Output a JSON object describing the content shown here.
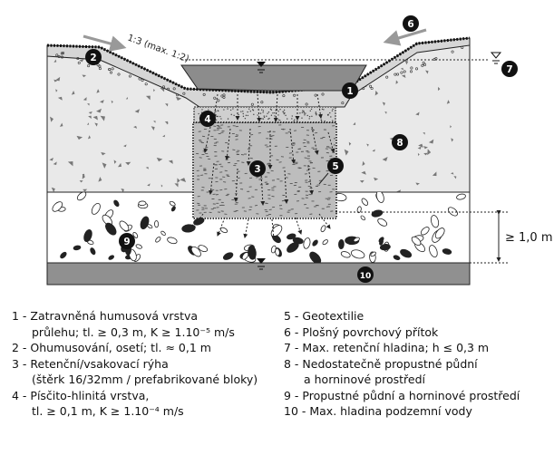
{
  "slope_label": "1:3 (max. 1:2)",
  "depth_label": "≥ 1,0 m",
  "markers": [
    "1",
    "2",
    "3",
    "4",
    "5",
    "6",
    "7",
    "8",
    "9",
    "10"
  ],
  "legend": {
    "left": [
      {
        "main": "1 - Zatravněná humusová vrstva",
        "cont": "průlehu; tl. ≥ 0,3 m, K ≥ 1.10⁻⁵ m/s"
      },
      {
        "main": "2 - Ohumusování, osetí; tl. ≈ 0,1 m",
        "cont": ""
      },
      {
        "main": "3 - Retenční/vsakovací rýha",
        "cont": "(štěrk 16/32mm / prefabrikované bloky)"
      },
      {
        "main": "4 - Písčito-hlinitá vrstva,",
        "cont": "tl. ≥ 0,1 m, K ≥ 1.10⁻⁴ m/s"
      }
    ],
    "right": [
      {
        "main": "5 - Geotextilie",
        "cont": ""
      },
      {
        "main": "6 - Plošný povrchový přítok",
        "cont": ""
      },
      {
        "main": "7 - Max. retenční hladina; h ≤ 0,3 m",
        "cont": ""
      },
      {
        "main": "8 - Nedostatečně propustné půdní",
        "cont": "a horninové prostředí"
      },
      {
        "main": "9 - Propustné půdní a horninové prostředí",
        "cont": ""
      },
      {
        "main": "10 - Max. hladina podzemní vody",
        "cont": ""
      }
    ]
  },
  "colors": {
    "upper_soil": "#e9e9e9",
    "humus_layer": "#d6d6d6",
    "water": "#8c8c8c",
    "groundwater": "#909090",
    "gravel_trench": "#bdbdbd",
    "sand_layer": "#cfcfcf",
    "permeable_layer": "#ffffff",
    "marker": "#111111"
  }
}
